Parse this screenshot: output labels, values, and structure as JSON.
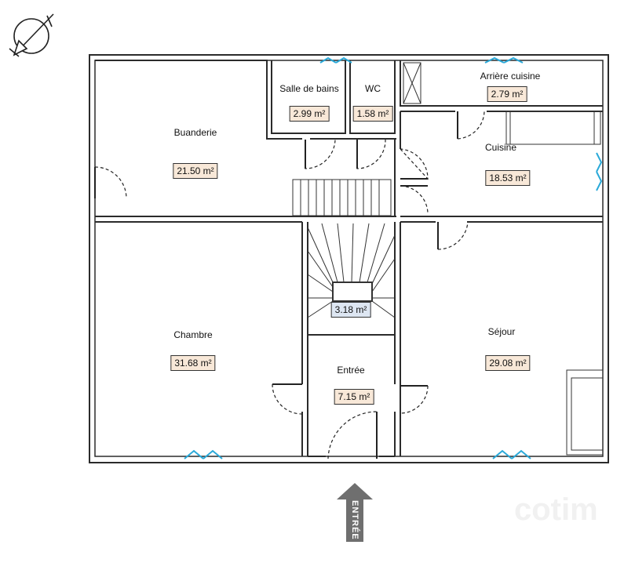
{
  "rooms": {
    "salle_de_bains": {
      "name": "Salle de bains",
      "area": "2.99 m²"
    },
    "wc": {
      "name": "WC",
      "area": "1.58 m²"
    },
    "arriere_cuisine": {
      "name": "Arrière cuisine",
      "area": "2.79 m²"
    },
    "buanderie": {
      "name": "Buanderie",
      "area": "21.50 m²"
    },
    "cuisine": {
      "name": "Cuisine",
      "area": "18.53 m²"
    },
    "chambre": {
      "name": "Chambre",
      "area": "31.68 m²"
    },
    "stairs": {
      "area": "3.18 m²"
    },
    "entree": {
      "name": "Entrée",
      "area": "7.15 m²"
    },
    "sejour": {
      "name": "Séjour",
      "area": "29.08 m²"
    }
  },
  "entrance_arrow": {
    "label": "ENTRÉE"
  },
  "watermark": {
    "text": "cotim"
  },
  "colors": {
    "wall": "#2b2b2b",
    "window": "#29a9d9",
    "area_fill": "#f8e8d8",
    "stair_area_fill": "#dde6f2",
    "arrow": "#6f6f6f"
  },
  "icons": [
    "compass-icon",
    "entrance-arrow-icon"
  ]
}
